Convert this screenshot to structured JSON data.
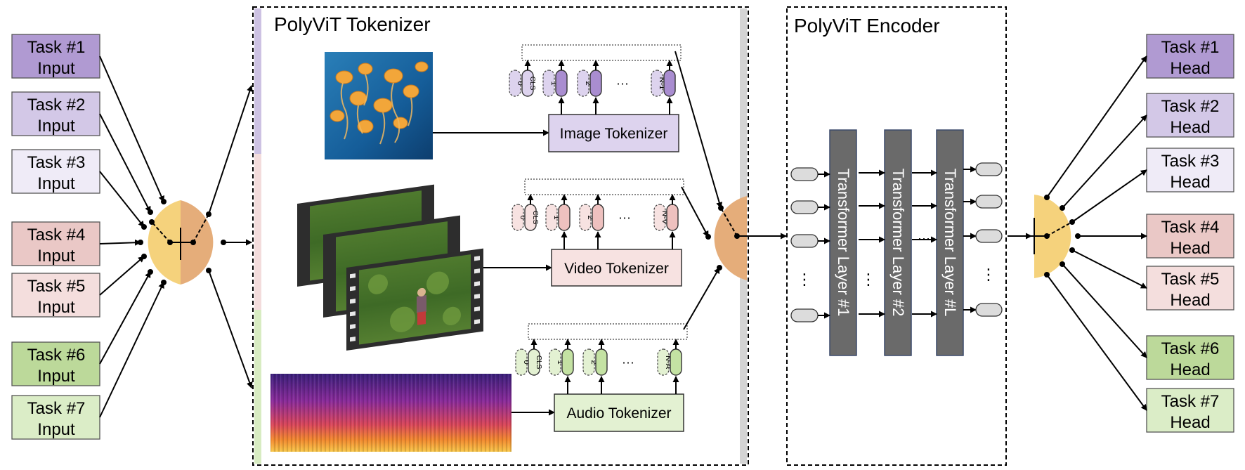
{
  "tokenizer": {
    "title": "PolyViT  Tokenizer",
    "image": {
      "label": "Image Tokenizer",
      "tokens": [
        "0",
        "1",
        "2",
        "N-1"
      ],
      "cls": "CLS",
      "ellipsis": "···"
    },
    "video": {
      "label": "Video Tokenizer",
      "tokens": [
        "0",
        "1",
        "2",
        "N-V"
      ],
      "cls": "CLS",
      "ellipsis": "···"
    },
    "audio": {
      "label": "Audio Tokenizer",
      "tokens": [
        "0",
        "1",
        "2",
        "N-A"
      ],
      "cls": "CLS",
      "ellipsis": "···"
    }
  },
  "encoder": {
    "title": "PolyViT  Encoder",
    "layers": [
      "Transformer Layer #1",
      "Transformer Layer #2",
      "Transformer Layer #L"
    ],
    "ellipsis": "···",
    "vdots": "⋮"
  },
  "inputs": [
    {
      "line1": "Task  #1",
      "line2": "Input",
      "color": "#b09ad2"
    },
    {
      "line1": "Task  #2",
      "line2": "Input",
      "color": "#d3c8e7"
    },
    {
      "line1": "Task  #3",
      "line2": "Input",
      "color": "#efebf7"
    },
    {
      "line1": "Task  #4",
      "line2": "Input",
      "color": "#eac8c6"
    },
    {
      "line1": "Task  #5",
      "line2": "Input",
      "color": "#f4dedd"
    },
    {
      "line1": "Task  #6",
      "line2": "Input",
      "color": "#bcd99a"
    },
    {
      "line1": "Task  #7",
      "line2": "Input",
      "color": "#dbedc7"
    }
  ],
  "heads": [
    {
      "line1": "Task  #1",
      "line2": "Head",
      "color": "#b09ad2"
    },
    {
      "line1": "Task  #2",
      "line2": "Head",
      "color": "#d3c8e7"
    },
    {
      "line1": "Task  #3",
      "line2": "Head",
      "color": "#efebf7"
    },
    {
      "line1": "Task  #4",
      "line2": "Head",
      "color": "#eac8c6"
    },
    {
      "line1": "Task  #5",
      "line2": "Head",
      "color": "#f4dedd"
    },
    {
      "line1": "Task  #6",
      "line2": "Head",
      "color": "#bcd99a"
    },
    {
      "line1": "Task  #7",
      "line2": "Head",
      "color": "#dbedc7"
    }
  ],
  "colors": {
    "image_dark": "#a98dd0",
    "image_light": "#ddd3ee",
    "video_dark": "#eec1bf",
    "video_light": "#f7e2e1",
    "audio_dark": "#c4e2a3",
    "audio_light": "#e3f1d2",
    "switch_yellow": "#f5d27c",
    "switch_orange": "#e5ad7a",
    "layer_gray": "#6a6a6a"
  }
}
